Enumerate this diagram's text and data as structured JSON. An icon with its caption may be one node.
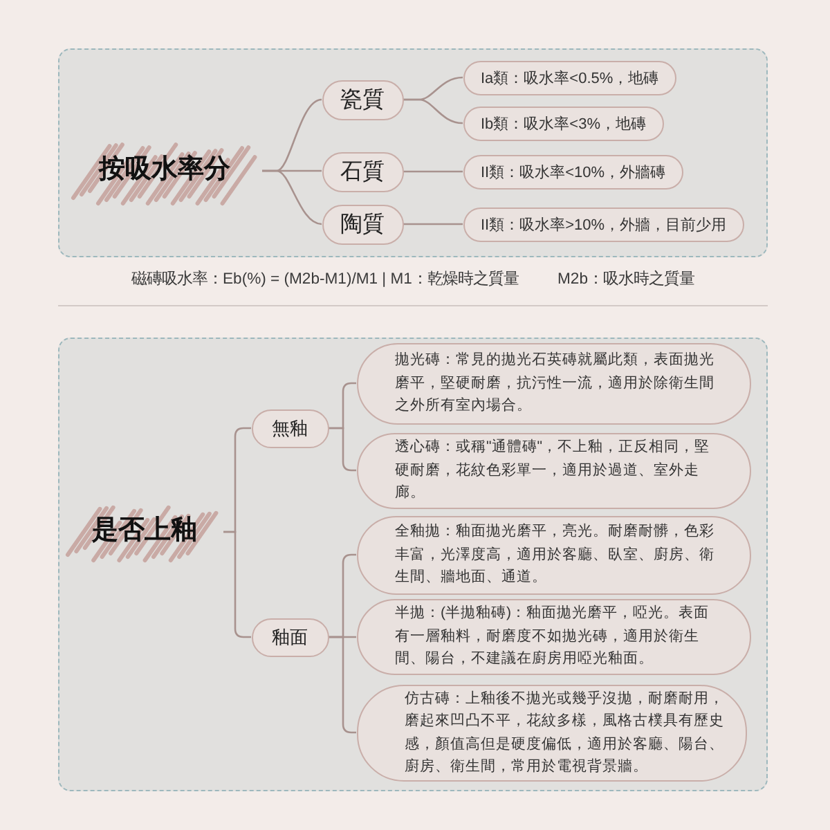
{
  "diagram": {
    "nodes": [
      {
        "text": [],
        "shape": "box"
      },
      {
        "text": [
          "按吸水率分"
        ],
        "in": 0
      },
      {
        "text": [
          "瓷質"
        ],
        "in": 0
      },
      {
        "text": [
          "石質"
        ],
        "in": 0
      },
      {
        "text": [
          "陶質"
        ],
        "in": 0
      },
      {
        "text": [
          "Ia類：吸水率<0.5%，地磚"
        ],
        "in": 0
      },
      {
        "text": [
          "Ib類：吸水率<3%，地磚"
        ],
        "in": 0
      },
      {
        "text": [
          "II類：吸水率<10%，外牆磚"
        ],
        "in": 0
      },
      {
        "text": [
          "II類：吸水率>10%，外牆，目前少用"
        ],
        "in": 0
      },
      {
        "text": [],
        "shape": "box"
      },
      {
        "text": [
          "是否上釉"
        ],
        "in": 9
      },
      {
        "text": [
          "無釉"
        ],
        "in": 9
      },
      {
        "text": [
          "釉面"
        ],
        "in": 9
      },
      {
        "text": [
          "拋光磚：常見的拋光石英磚就屬此類，表面拋光磨平，堅硬耐磨，抗污性一流，適用於除衛生間之外所有室內場合。"
        ],
        "in": 9
      },
      {
        "text": [
          "透心磚：或稱\"通體磚\"，不上釉，正反相同，堅硬耐磨，花紋色彩單一，適用於過道、室外走廊。"
        ],
        "in": 9
      },
      {
        "text": [
          "全釉拋：釉面拋光磨平，亮光。耐磨耐髒，色彩丰富，光澤度高，適用於客廳、臥室、廚房、衛生間、牆地面、通道。"
        ],
        "in": 9
      },
      {
        "text": [
          "半拋：(半拋釉磚)：釉面拋光磨平，啞光。表面有一層釉料，耐磨度不如拋光磚，適用於衛生間、陽台，不建議在廚房用啞光釉面。"
        ],
        "in": 9
      },
      {
        "text": [
          "仿古磚：上釉後不拋光或幾乎沒拋，耐磨耐用，磨起來凹凸不平，花紋多樣，風格古樸具有歷史感，顏值高但是硬度偏低，適用於客廳、陽台、廚房、衛生間，常用於電視背景牆。"
        ],
        "in": 9
      }
    ],
    "edges": [
      {
        "from": 1,
        "to": 2,
        "arrow": "none"
      },
      {
        "from": 1,
        "to": 3,
        "arrow": "none"
      },
      {
        "from": 1,
        "to": 4,
        "arrow": "none"
      },
      {
        "from": 2,
        "to": 5,
        "arrow": "none"
      },
      {
        "from": 2,
        "to": 6,
        "arrow": "none"
      },
      {
        "from": 3,
        "to": 7,
        "arrow": "none"
      },
      {
        "from": 4,
        "to": 8,
        "arrow": "none"
      },
      {
        "from": 10,
        "to": 11,
        "arrow": "none"
      },
      {
        "from": 10,
        "to": 12,
        "arrow": "none"
      },
      {
        "from": 11,
        "to": 13,
        "arrow": "none"
      },
      {
        "from": 11,
        "to": 14,
        "arrow": "none"
      },
      {
        "from": 12,
        "to": 15,
        "arrow": "none"
      },
      {
        "from": 12,
        "to": 16,
        "arrow": "none"
      },
      {
        "from": 12,
        "to": 17,
        "arrow": "none"
      }
    ],
    "labels": [
      "磁磚吸水率：Eb(%) = (M2b-M1)/M1 | M1：乾燥時之質量",
      "M2b：吸水時之質量"
    ]
  }
}
